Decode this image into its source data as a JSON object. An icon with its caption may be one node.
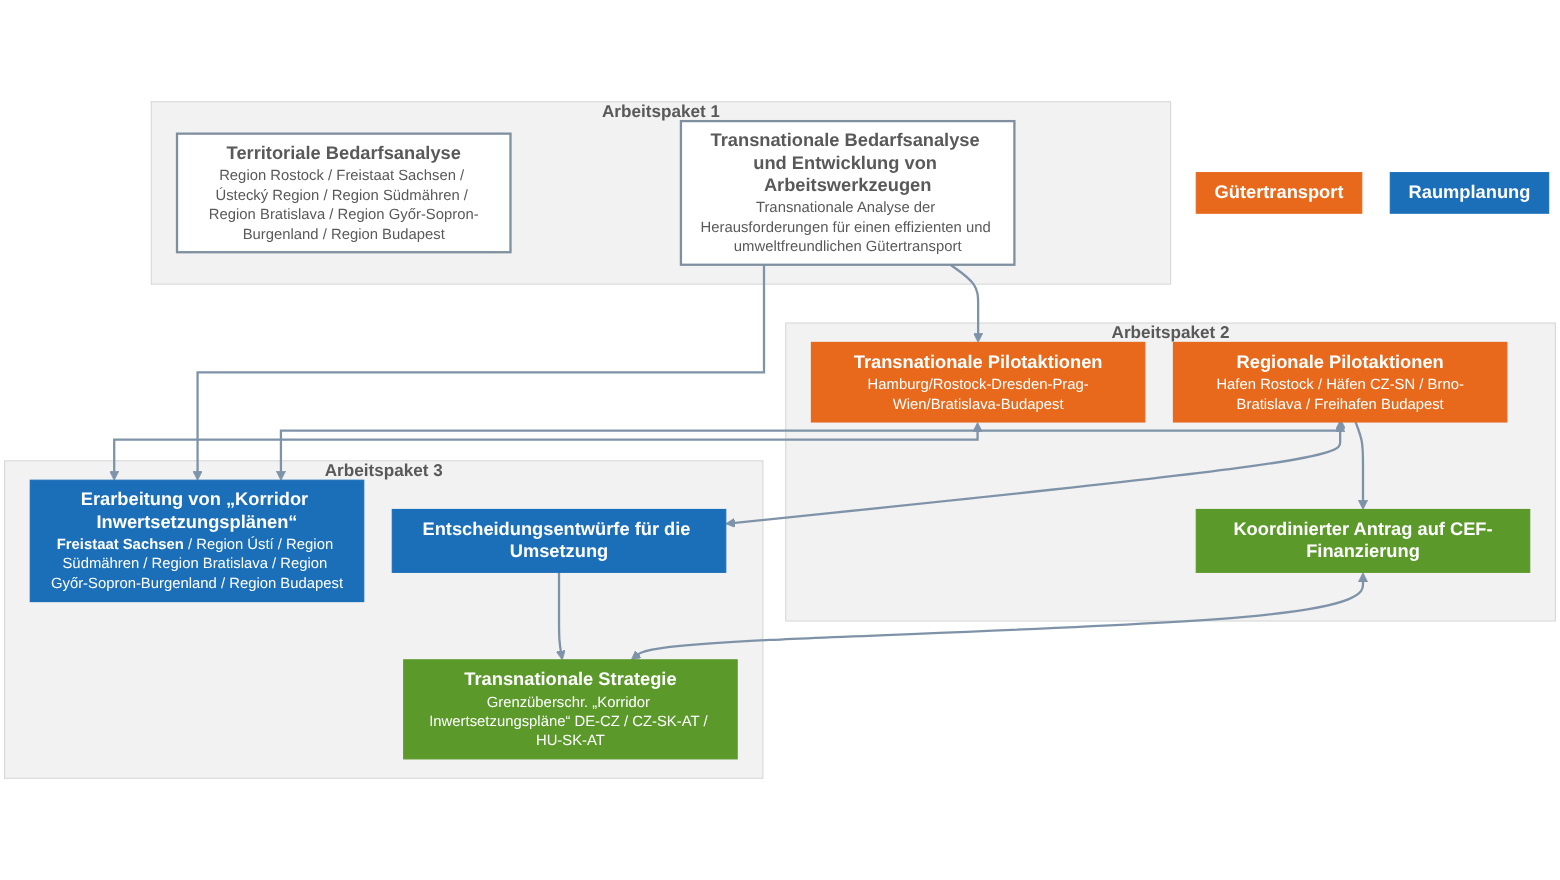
{
  "diagram": {
    "nodes": [
      {
        "text": [
          "Arbeitspaket 1"
        ]
      },
      {
        "text": [
          "Territoriale Bedarfsanalyse",
          "Region Rostock / Freistaat Sachsen / Ústecký Region / Region Südmähren / Region Bratislava / Region Győr-Sopron-Burgenland / Region Budapest"
        ],
        "in": 0
      },
      {
        "text": [
          "Transnationale Bedarfsanalyse und Entwicklung von Arbeitswerkzeugen",
          "Transnationale Analyse der Herausforderungen für einen effizienten und umweltfreundlichen Gütertransport"
        ],
        "in": 0
      },
      {
        "text": [
          "Gütertransport"
        ]
      },
      {
        "text": [
          "Raumplanung"
        ]
      },
      {
        "text": [
          "Arbeitspaket 2"
        ]
      },
      {
        "text": [
          "Transnationale Pilotaktionen",
          "Hamburg/Rostock-Dresden-Prag-Wien/Bratislava-Budapest"
        ],
        "in": 5
      },
      {
        "text": [
          "Regionale Pilotaktionen",
          "Hafen Rostock / Häfen CZ-SN / Brno-Bratislava / Freihafen Budapest"
        ],
        "in": 5
      },
      {
        "text": [
          "Koordinierter Antrag auf CEF-Finanzierung"
        ],
        "in": 5
      },
      {
        "text": [
          "Arbeitspaket 3"
        ]
      },
      {
        "text": [
          "Erarbeitung von „Korridor Inwertsetzungsplänen“",
          "**Freistaat Sachsen** / Region Ústí / Region Südmähren / Region Bratislava / Region Győr-Sopron-Burgenland / Region Budapest"
        ],
        "in": 9
      },
      {
        "text": [
          "Entscheidungsentwürfe für die Umsetzung"
        ],
        "in": 9
      },
      {
        "text": [
          "Transnationale Strategie",
          "Grenzüberschr. „Korridor Inwertsetzungspläne“ DE-CZ / CZ-SK-AT / HU-SK-AT"
        ],
        "in": 9
      }
    ],
    "edges": [
      {
        "from": 2,
        "to": 6,
        "arrow": "to"
      },
      {
        "from": 2,
        "to": 10,
        "arrow": "to"
      },
      {
        "from": 6,
        "to": 10,
        "arrow": "both"
      },
      {
        "from": 7,
        "to": 10,
        "arrow": "both"
      },
      {
        "from": 7,
        "to": 11,
        "arrow": "both"
      },
      {
        "from": 7,
        "to": 8,
        "arrow": "to"
      },
      {
        "from": 11,
        "to": 12,
        "arrow": "to"
      },
      {
        "from": 8,
        "to": 12,
        "arrow": "both"
      }
    ]
  }
}
